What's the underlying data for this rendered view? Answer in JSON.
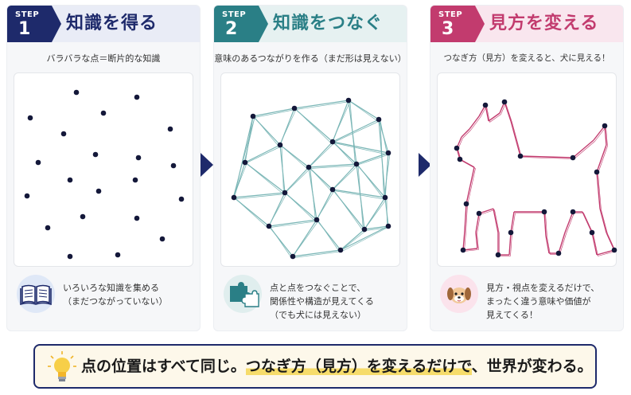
{
  "steps": [
    {
      "step_word": "STEP",
      "step_num": "1",
      "title": "知識を得る",
      "subtitle": "バラバラな点＝断片的な知識",
      "desc": [
        "いろいろな知識を集める",
        "（まだつながっていない）"
      ],
      "icon": "book-icon",
      "color": "#1e2a6b",
      "band_color": "#e9ecf6"
    },
    {
      "step_word": "STEP",
      "step_num": "2",
      "title": "知識をつなぐ",
      "subtitle": "意味のあるつながりを作る（まだ形は見えない）",
      "desc": [
        "点と点をつなぐことで、",
        "関係性や構造が見えてくる",
        "（でも犬には見えない）"
      ],
      "icon": "puzzle-icon",
      "color": "#2a7f86",
      "band_color": "#e6f1f1"
    },
    {
      "step_word": "STEP",
      "step_num": "3",
      "title": "見方を変える",
      "subtitle": "つなぎ方（見方）を変えると、犬に見える！",
      "desc": [
        "見方・視点を変えるだけで、",
        "まったく違う意味や価値が",
        "見えてくる！"
      ],
      "icon": "dog-icon",
      "color": "#c23b6e",
      "band_color": "#f9e6ee"
    }
  ],
  "banner": {
    "part1": "点の位置はすべて同じ。",
    "part2": "つなぎ方（見方）を変えるだけで",
    "part3": "、世界が変わる。"
  },
  "colors": {
    "dot": "#14183a",
    "network_line": "#7ab6b6",
    "dog_line": "#c23b6e",
    "arrow": "#1e2a6b"
  }
}
